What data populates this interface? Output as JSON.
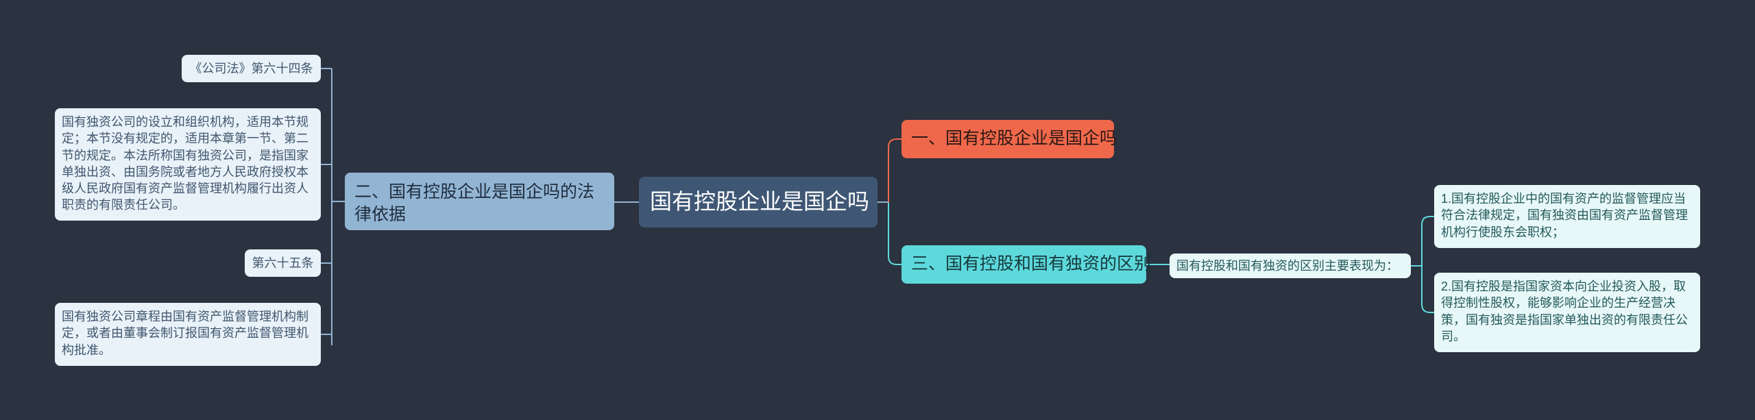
{
  "mindmap": {
    "root": {
      "label": "国有控股企业是国企吗"
    },
    "left_branch": {
      "label": "二、国有控股企业是国企吗的法律依据",
      "children": [
        {
          "text": "《公司法》第六十四条"
        },
        {
          "text": "国有独资公司的设立和组织机构，适用本节规定；本节没有规定的，适用本章第一节、第二节的规定。本法所称国有独资公司，是指国家单独出资、由国务院或者地方人民政府授权本级人民政府国有资产监督管理机构履行出资人职责的有限责任公司。"
        },
        {
          "text": "第六十五条"
        },
        {
          "text": "国有独资公司章程由国有资产监督管理机构制定，或者由董事会制订报国有资产监督管理机构批准。"
        }
      ]
    },
    "right_branch_1": {
      "label": "一、国有控股企业是国企吗"
    },
    "right_branch_3": {
      "label": "三、国有控股和国有独资的区别",
      "child": {
        "text": "国有控股和国有独资的区别主要表现为：",
        "children": [
          {
            "text": "1.国有控股企业中的国有资产的监督管理应当符合法律规定，国有独资由国有资产监督管理机构行使股东会职权；"
          },
          {
            "text": "2.国有控股是指国家资本向企业投资入股，取得控制性股权，能够影响企业的生产经营决策，国有独资是指国家单独出资的有限责任公司。"
          }
        ]
      }
    }
  },
  "colors": {
    "background": "#2b3240",
    "root": "#3f5775",
    "left_branch": "#93b5d4",
    "right_branch_1": "#f0684b",
    "right_branch_3": "#5dd9dc",
    "leaf_blue": "#e9f2f9",
    "leaf_cyan": "#e8f8f8"
  }
}
